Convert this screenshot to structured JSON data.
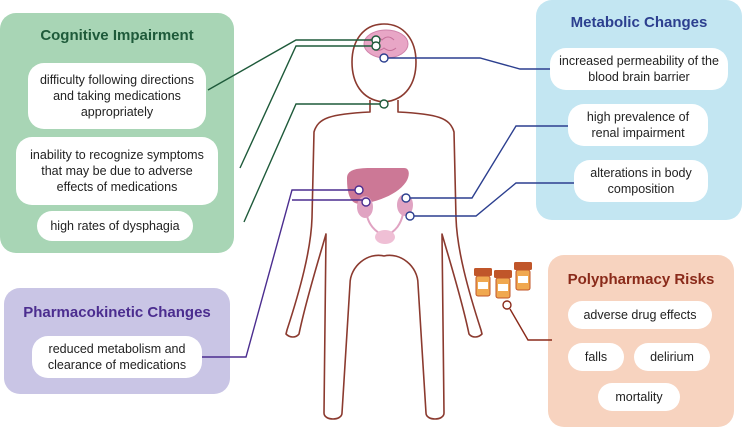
{
  "cognitive": {
    "title": "Cognitive Impairment",
    "items": [
      "difficulty following directions and taking medications appropriately",
      "inability to recognize symptoms that may be due to adverse effects of medications",
      "high rates of dysphagia"
    ]
  },
  "metabolic": {
    "title": "Metabolic Changes",
    "items": [
      "increased permeability of the blood brain barrier",
      "high prevalence of renal impairment",
      "alterations in body composition"
    ]
  },
  "pharmacokinetic": {
    "title": "Pharmacokinetic Changes",
    "items": [
      "reduced metabolism and clearance of medications"
    ]
  },
  "polypharmacy": {
    "title": "Polypharmacy Risks",
    "items": [
      "adverse drug effects",
      "falls",
      "delirium",
      "mortality"
    ]
  },
  "colors": {
    "cognitive_bg": "#a8d5b5",
    "cognitive_title": "#1e5a3a",
    "metabolic_bg": "#c3e6f2",
    "metabolic_title": "#2c3f8f",
    "pharmacokinetic_bg": "#c9c5e5",
    "pharmacokinetic_title": "#4b2d8f",
    "polypharmacy_bg": "#f7d3bf",
    "polypharmacy_title": "#8a2a1a",
    "body_outline": "#8b3a2f",
    "organ_liver": "#cc7896",
    "organ_brain": "#e8a6c6",
    "line_green": "#1e5a3a",
    "line_blue": "#2c3f8f",
    "line_purple": "#4b2d8f",
    "line_brown": "#8a2a1a"
  },
  "icons": [
    "brain-icon",
    "liver-icon",
    "kidney-icon",
    "bladder-icon",
    "pill-bottle-icon"
  ]
}
